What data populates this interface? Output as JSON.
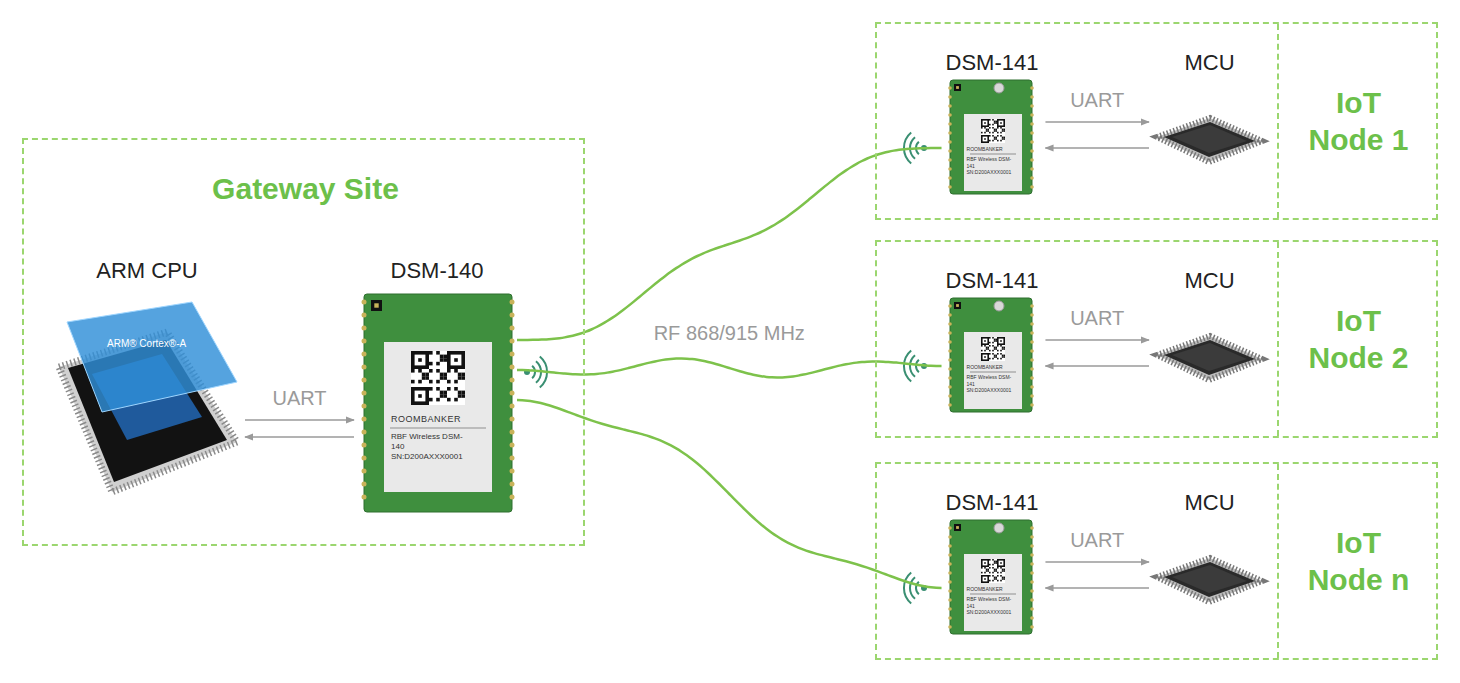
{
  "diagram": {
    "nodes": [
      {
        "text": [
          "Gateway Site"
        ]
      },
      {
        "text": [
          "ARM CPU",
          "ARM® Cortex®-A"
        ],
        "in": 0
      },
      {
        "text": [
          "DSM-140",
          "ROOMBANKER",
          "RBF Wireless DSM-140 SN:D200AXXX0001"
        ],
        "in": 0
      },
      {
        "text": [
          "IoT Node 1"
        ]
      },
      {
        "text": [
          "DSM-141",
          "ROOMBANKER",
          "RBF Wireless DSM-141 SN:D200AXXX0001"
        ],
        "in": 3
      },
      {
        "text": [
          "MCU"
        ],
        "in": 3
      },
      {
        "text": [
          "IoT Node 2"
        ]
      },
      {
        "text": [
          "DSM-141",
          "ROOMBANKER",
          "RBF Wireless DSM-141 SN:D200AXXX0001"
        ],
        "in": 6
      },
      {
        "text": [
          "MCU"
        ],
        "in": 6
      },
      {
        "text": [
          "IoT Node n"
        ]
      },
      {
        "text": [
          "DSM-141",
          "ROOMBANKER",
          "RBF Wireless DSM-141 SN:D200AXXX0001"
        ],
        "in": 9
      },
      {
        "text": [
          "MCU"
        ],
        "in": 9
      }
    ],
    "edges": [
      {
        "from": 1,
        "to": 2,
        "arrow": "to",
        "label": "UART"
      },
      {
        "from": 2,
        "to": 1,
        "arrow": "to"
      },
      {
        "from": 2,
        "to": 4,
        "arrow": "none"
      },
      {
        "from": 2,
        "to": 7,
        "arrow": "none",
        "label": "RF 868/915 MHz"
      },
      {
        "from": 2,
        "to": 10,
        "arrow": "none"
      },
      {
        "from": 4,
        "to": 5,
        "arrow": "to",
        "label": "UART"
      },
      {
        "from": 5,
        "to": 4,
        "arrow": "to"
      },
      {
        "from": 7,
        "to": 8,
        "arrow": "to",
        "label": "UART"
      },
      {
        "from": 8,
        "to": 7,
        "arrow": "to"
      },
      {
        "from": 10,
        "to": 11,
        "arrow": "to",
        "label": "UART"
      },
      {
        "from": 11,
        "to": 10,
        "arrow": "to"
      }
    ]
  }
}
